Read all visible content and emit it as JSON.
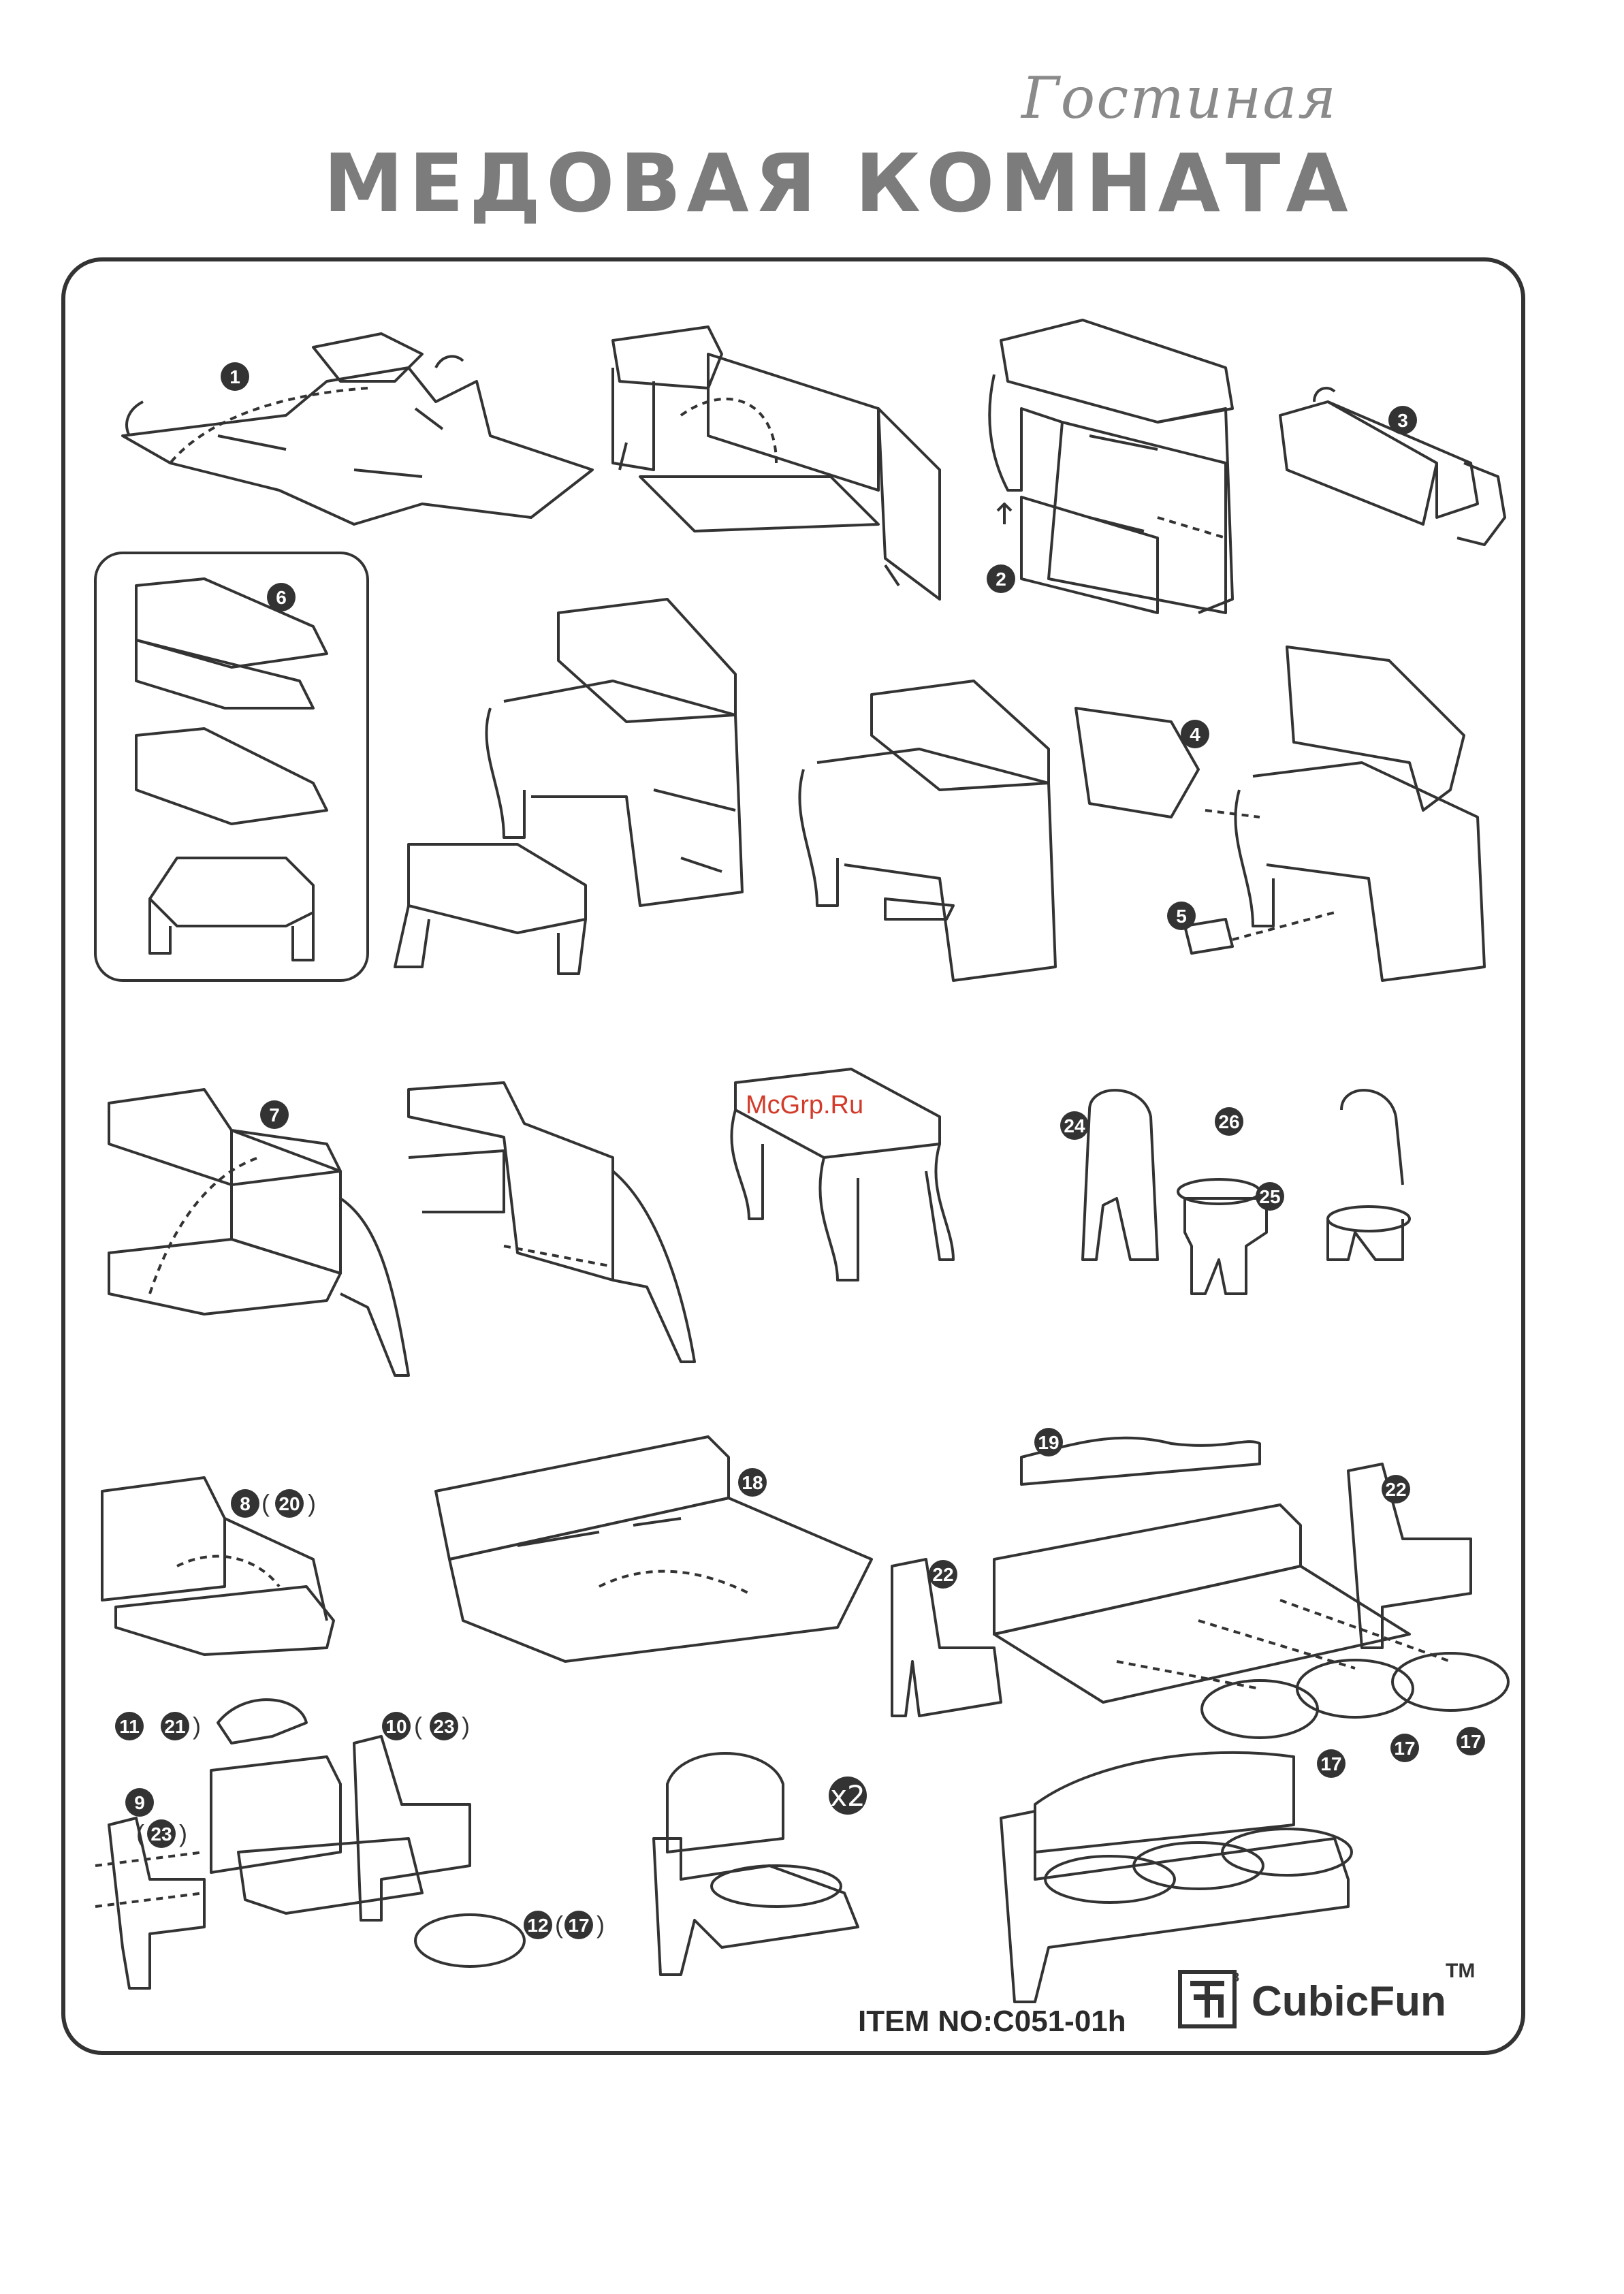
{
  "header": {
    "subtitle": "Гостиная",
    "title": "МЕДОВАЯ КОМНАТА"
  },
  "watermark": "McGrp.Ru",
  "footer": {
    "item_no": "ITEM NO:C051-01h",
    "brand": "CubicFun",
    "trademark": "TM"
  },
  "steps": {
    "s1": "1",
    "s2": "2",
    "s3": "3",
    "s4": "4",
    "s5": "5",
    "s6": "6",
    "s7": "7",
    "s8": "8",
    "s8_alt": "20",
    "s18": "18",
    "s19": "19",
    "s22a": "22",
    "s22b": "22",
    "s17a": "17",
    "s17b": "17",
    "s17c": "17",
    "s11": "11",
    "s11_alt": "21",
    "s10": "10",
    "s10_alt": "23",
    "s9": "9",
    "s9_alt": "23",
    "s12": "12",
    "s12_alt": "17",
    "s24": "24",
    "s25": "25",
    "s26": "26",
    "x2": "x2"
  },
  "colors": {
    "line": "#333333",
    "title": "#7c7c7c",
    "badge": "#333333",
    "watermark": "#d23a2a"
  }
}
